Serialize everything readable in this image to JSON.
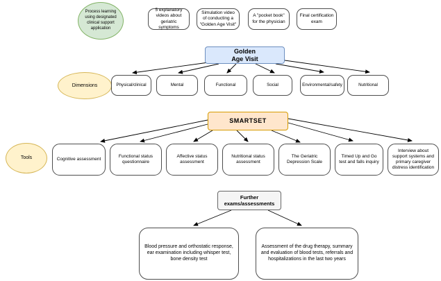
{
  "legend": {
    "process": "Process learning using designated clinical support application",
    "dimensions": "Dimensions",
    "tools": "Tools"
  },
  "top_row": {
    "items": [
      "5 explanatory videos about geriatric symptoms",
      "Simulation video of conducting a \"Golden Age Visit\"",
      "A \"pocket book\" for the physician",
      "Final certification exam"
    ]
  },
  "golden_age_visit": {
    "label": "Golden\nAge Visit"
  },
  "dimensions": {
    "items": [
      "Physical/clinical",
      "Mental",
      "Functional",
      "Social",
      "Environmental/safety",
      "Nutritional"
    ]
  },
  "smartset": {
    "label": "SMARTSET"
  },
  "tools": {
    "items": [
      "Cognitive assessment",
      "Functional status questionnaire",
      "Affective status assessment",
      "Nutritional status assessment",
      "The Geriatric Depression Scale",
      "Timed Up and Go test and falls inquiry",
      "Interview about support systems and primary caregiver distress identification"
    ]
  },
  "further": {
    "label": "Further\nexams/assessments"
  },
  "further_items": {
    "items": [
      "Blood pressure and orthostatic response, ear examination including whisper test, bone density test",
      "Assessment of the drug therapy, summary and evaluation of blood tests, referrals and hospitalizations in the last two years"
    ]
  },
  "palette": {
    "green_fill": "#d5e8d4",
    "green_border": "#82b366",
    "yellow_fill": "#fff2cc",
    "yellow_border": "#d6b656",
    "blue_fill": "#dae8fc",
    "blue_border": "#6c8ebf",
    "orange_fill": "#ffe6cc",
    "orange_border": "#d79b00",
    "gray_fill": "#f5f5f5",
    "gray_border": "#666666",
    "node_border": "#4d4d4d",
    "arrow": "#000000"
  }
}
